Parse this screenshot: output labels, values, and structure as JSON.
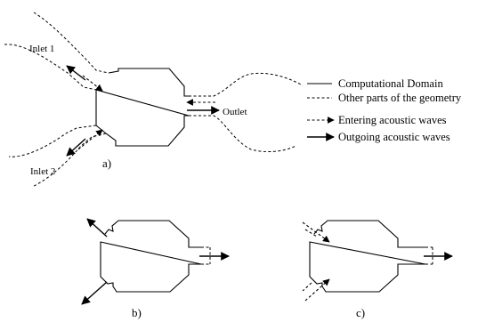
{
  "labels": {
    "inlet1": "Inlet 1",
    "inlet2": "Inlet 2",
    "outlet": "Outlet",
    "panel_a": "a)",
    "panel_b": "b)",
    "panel_c": "c)"
  },
  "legend": {
    "computational_domain": "Computational Domain",
    "other_parts": "Other parts of the geometry",
    "entering_waves": "Entering acoustic waves",
    "outgoing_waves": "Outgoing acoustic waves"
  }
}
